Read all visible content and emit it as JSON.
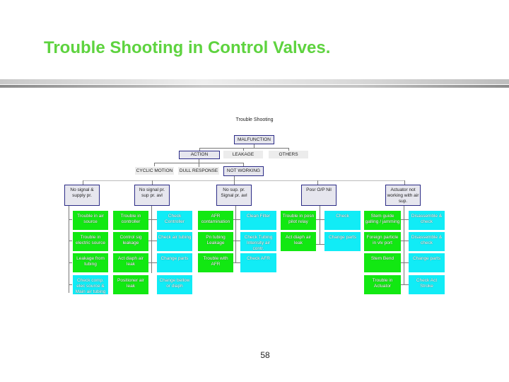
{
  "slide": {
    "title": "Trouble Shooting in Control Valves.",
    "page_number": "58"
  },
  "diagram": {
    "title": "Trouble Shooting",
    "root": "MALFUNCTION",
    "level1": [
      "ACTION",
      "LEAKAGE",
      "OTHERS"
    ],
    "level2": [
      "CYCLIC MOTION",
      "DULL RESPONSE",
      "NOT WORKING"
    ],
    "level3": [
      "No signal & supply pr.",
      "No signal pr. sup pr. avl",
      "No sup. pr. Signal pr. avl",
      "Posr O/P Nil",
      "Actuator not working with air sup."
    ],
    "groups": [
      {
        "causes": [
          "Trouble in air source",
          "Trouble in electric source",
          "Leakage from tubing"
        ],
        "remedies": [],
        "extra_cyan": [
          "Check comp. elec source & Main air tubing"
        ]
      },
      {
        "causes": [
          "Trouble in controller",
          "Control sig leakage",
          "Act diaph air leak",
          "Positioner air leak"
        ],
        "remedies": [
          "Check Controller",
          "Check air tubing",
          "Change parts",
          "Change bellow or diaph"
        ]
      },
      {
        "causes": [
          "AFR contamination",
          "Pn tubing Leakage",
          "Trouble with AFR"
        ],
        "remedies": [
          "Clean Filter",
          "Check Tubing Intensity air contr.",
          "Check AFR"
        ]
      },
      {
        "causes": [
          "Trouble in posn pilot relay",
          "Act diaph air leak"
        ],
        "remedies": [
          "Check",
          "Change parts"
        ]
      },
      {
        "causes": [
          "Stem guide galling / jamming",
          "Foreign particle in vlv port",
          "Stem Bend",
          "Trouble in Actuator"
        ],
        "remedies": [
          "Disassemble & check",
          "Disassemble & check",
          "Change parts",
          "Check Act Stroke"
        ]
      }
    ]
  },
  "colors": {
    "title_green": "#5ed33f",
    "cause_green": "#12e812",
    "remedy_cyan": "#11ecf6",
    "node_border": "#2b2b86",
    "node_fill": "#e6e6ee"
  }
}
